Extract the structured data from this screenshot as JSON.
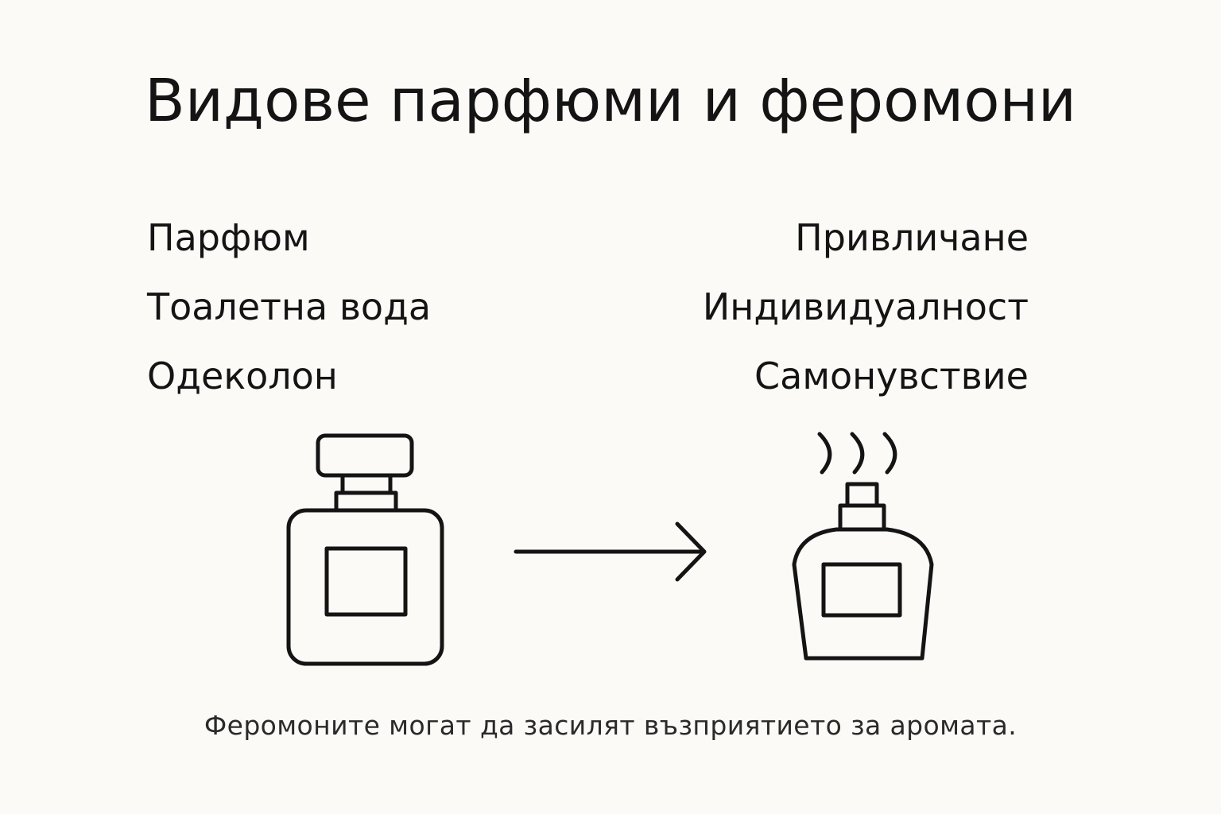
{
  "title": "Видове парфюми и феромони",
  "perfume_types": [
    "Парфюм",
    "Тоалетна вода",
    "Одеколон"
  ],
  "effects": [
    "Привличане",
    "Индивидуалност",
    "Самонувствие"
  ],
  "caption": "Феромоните могат да засилят възприятието за аромата.",
  "icons": {
    "left": "perfume-bottle-icon",
    "middle": "arrow-right-icon",
    "right": "spray-bottle-icon"
  },
  "colors": {
    "background": "#fbfaf6",
    "ink": "#141414"
  }
}
